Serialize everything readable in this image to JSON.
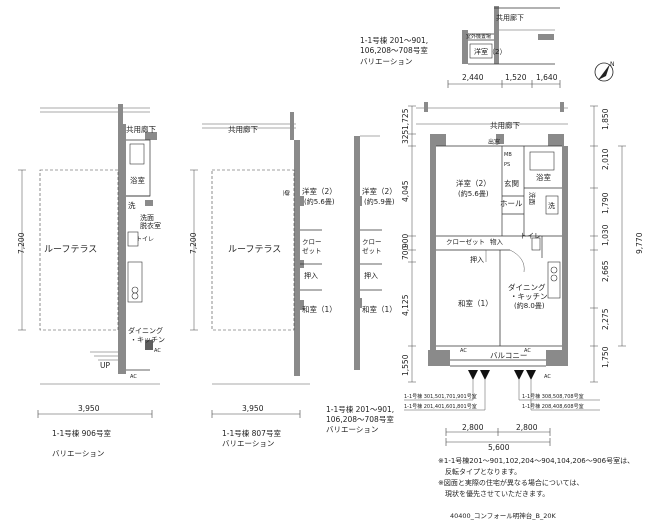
{
  "rooms": {
    "roof_terrace": "ルーフテラス",
    "common_corridor": "共用廊下",
    "bath": "浴室",
    "wash": "洗",
    "washroom_line1": "洗面",
    "washroom_line2": "脱衣室",
    "toilet": "トイレ",
    "dining_line1": "ダイニング",
    "dining_line2": "・キッチン",
    "dining_area": "(約8.0畳)",
    "western2": "洋室（2）",
    "western2_area_a": "(約5.6畳)",
    "western2_area_b": "(約5.9畳)",
    "closet": "クローゼット",
    "closet_split_a": "クロー",
    "closet_split_b": "ゼット",
    "oshiire": "押入",
    "washitsu": "和室（1）",
    "entrance": "玄関",
    "hall": "ホール",
    "storage": "物入",
    "balcony": "バルコニー",
    "shoes": "出窓",
    "mb": "MB",
    "ps": "PS",
    "ac": "AC",
    "up": "UP",
    "kabe": "壁",
    "ext_equipment": "室外機置場"
  },
  "captions": {
    "top_variation_1": "1-1号棟 201～901,",
    "top_variation_2": "106,208～708号室",
    "top_variation_3": "バリエーション",
    "left_1": "1-1号棟 906号室",
    "left_2": "バリエーション",
    "mid_1": "1-1号棟 807号室",
    "mid_2": "バリエーション",
    "third_1": "1-1号棟 201～901,",
    "third_2": "106,208～708号室",
    "third_3": "バリエーション"
  },
  "dimensions": {
    "top": [
      "2,440",
      "1,520",
      "1,640"
    ],
    "left_height": "7,200",
    "mid_height": "7,200",
    "left_width": "3,950",
    "mid_width": "3,950",
    "main_left": [
      "1,725",
      "325",
      "4,045",
      "900",
      "700",
      "4,125",
      "1,550"
    ],
    "main_right": [
      "1,850",
      "2,010",
      "1,790",
      "1,030",
      "2,665",
      "2,275",
      "1,750"
    ],
    "main_right_total": "9,770",
    "main_bottom": [
      "2,800",
      "2,800"
    ],
    "main_bottom_total": "5,600"
  },
  "sun_labels": [
    "1-1号棟 301,501,701,901号室",
    "1-1号棟 201,401,601,801号室",
    "1-1号棟 308,508,708号室",
    "1-1号棟 208,408,608号室"
  ],
  "notes": [
    "※1-1号棟201～901,102,204～904,104,206～906号室は、",
    "　反転タイプとなります。",
    "※図面と実際の住宅が異なる場合については、",
    "　現状を優先させていただきます。"
  ],
  "footer": "40400_コンフォール明神台_B_20K",
  "compass": "N"
}
